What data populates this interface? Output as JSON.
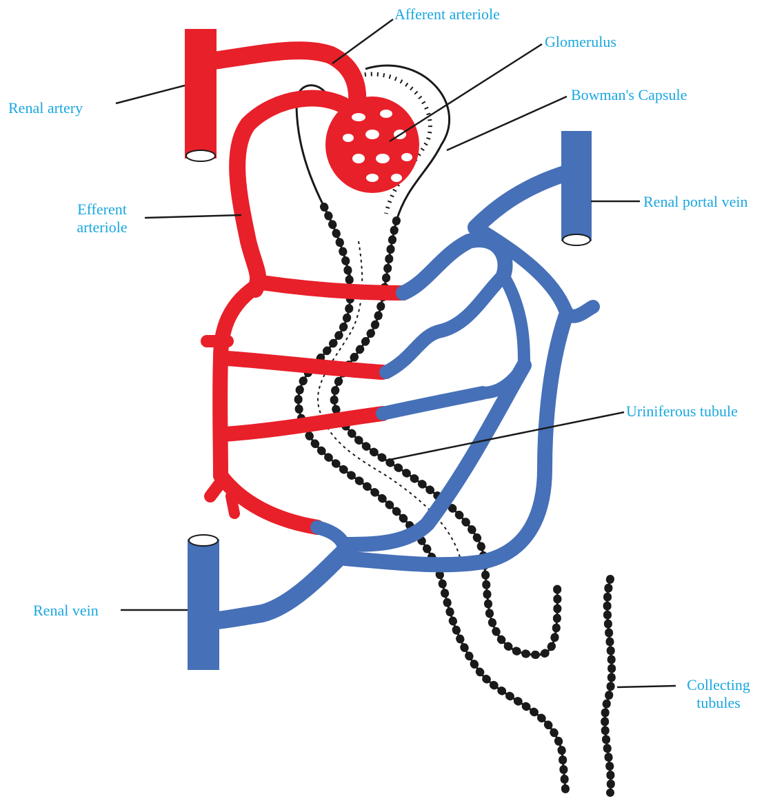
{
  "colors": {
    "label": "#1aa7e0",
    "artery": "#e8202a",
    "vein": "#4670b8",
    "outline": "#1a1a1a"
  },
  "labels": {
    "afferent_arteriole": "Afferent arteriole",
    "glomerulus": "Glomerulus",
    "bowmans_capsule": "Bowman's Capsule",
    "renal_artery": "Renal artery",
    "renal_portal_vein": "Renal portal vein",
    "efferent_arteriole_1": "Efferent",
    "efferent_arteriole_2": "arteriole",
    "uriniferous_tubule": "Uriniferous tubule",
    "renal_vein": "Renal vein",
    "collecting_tubules_1": "Collecting",
    "collecting_tubules_2": "tubules"
  }
}
